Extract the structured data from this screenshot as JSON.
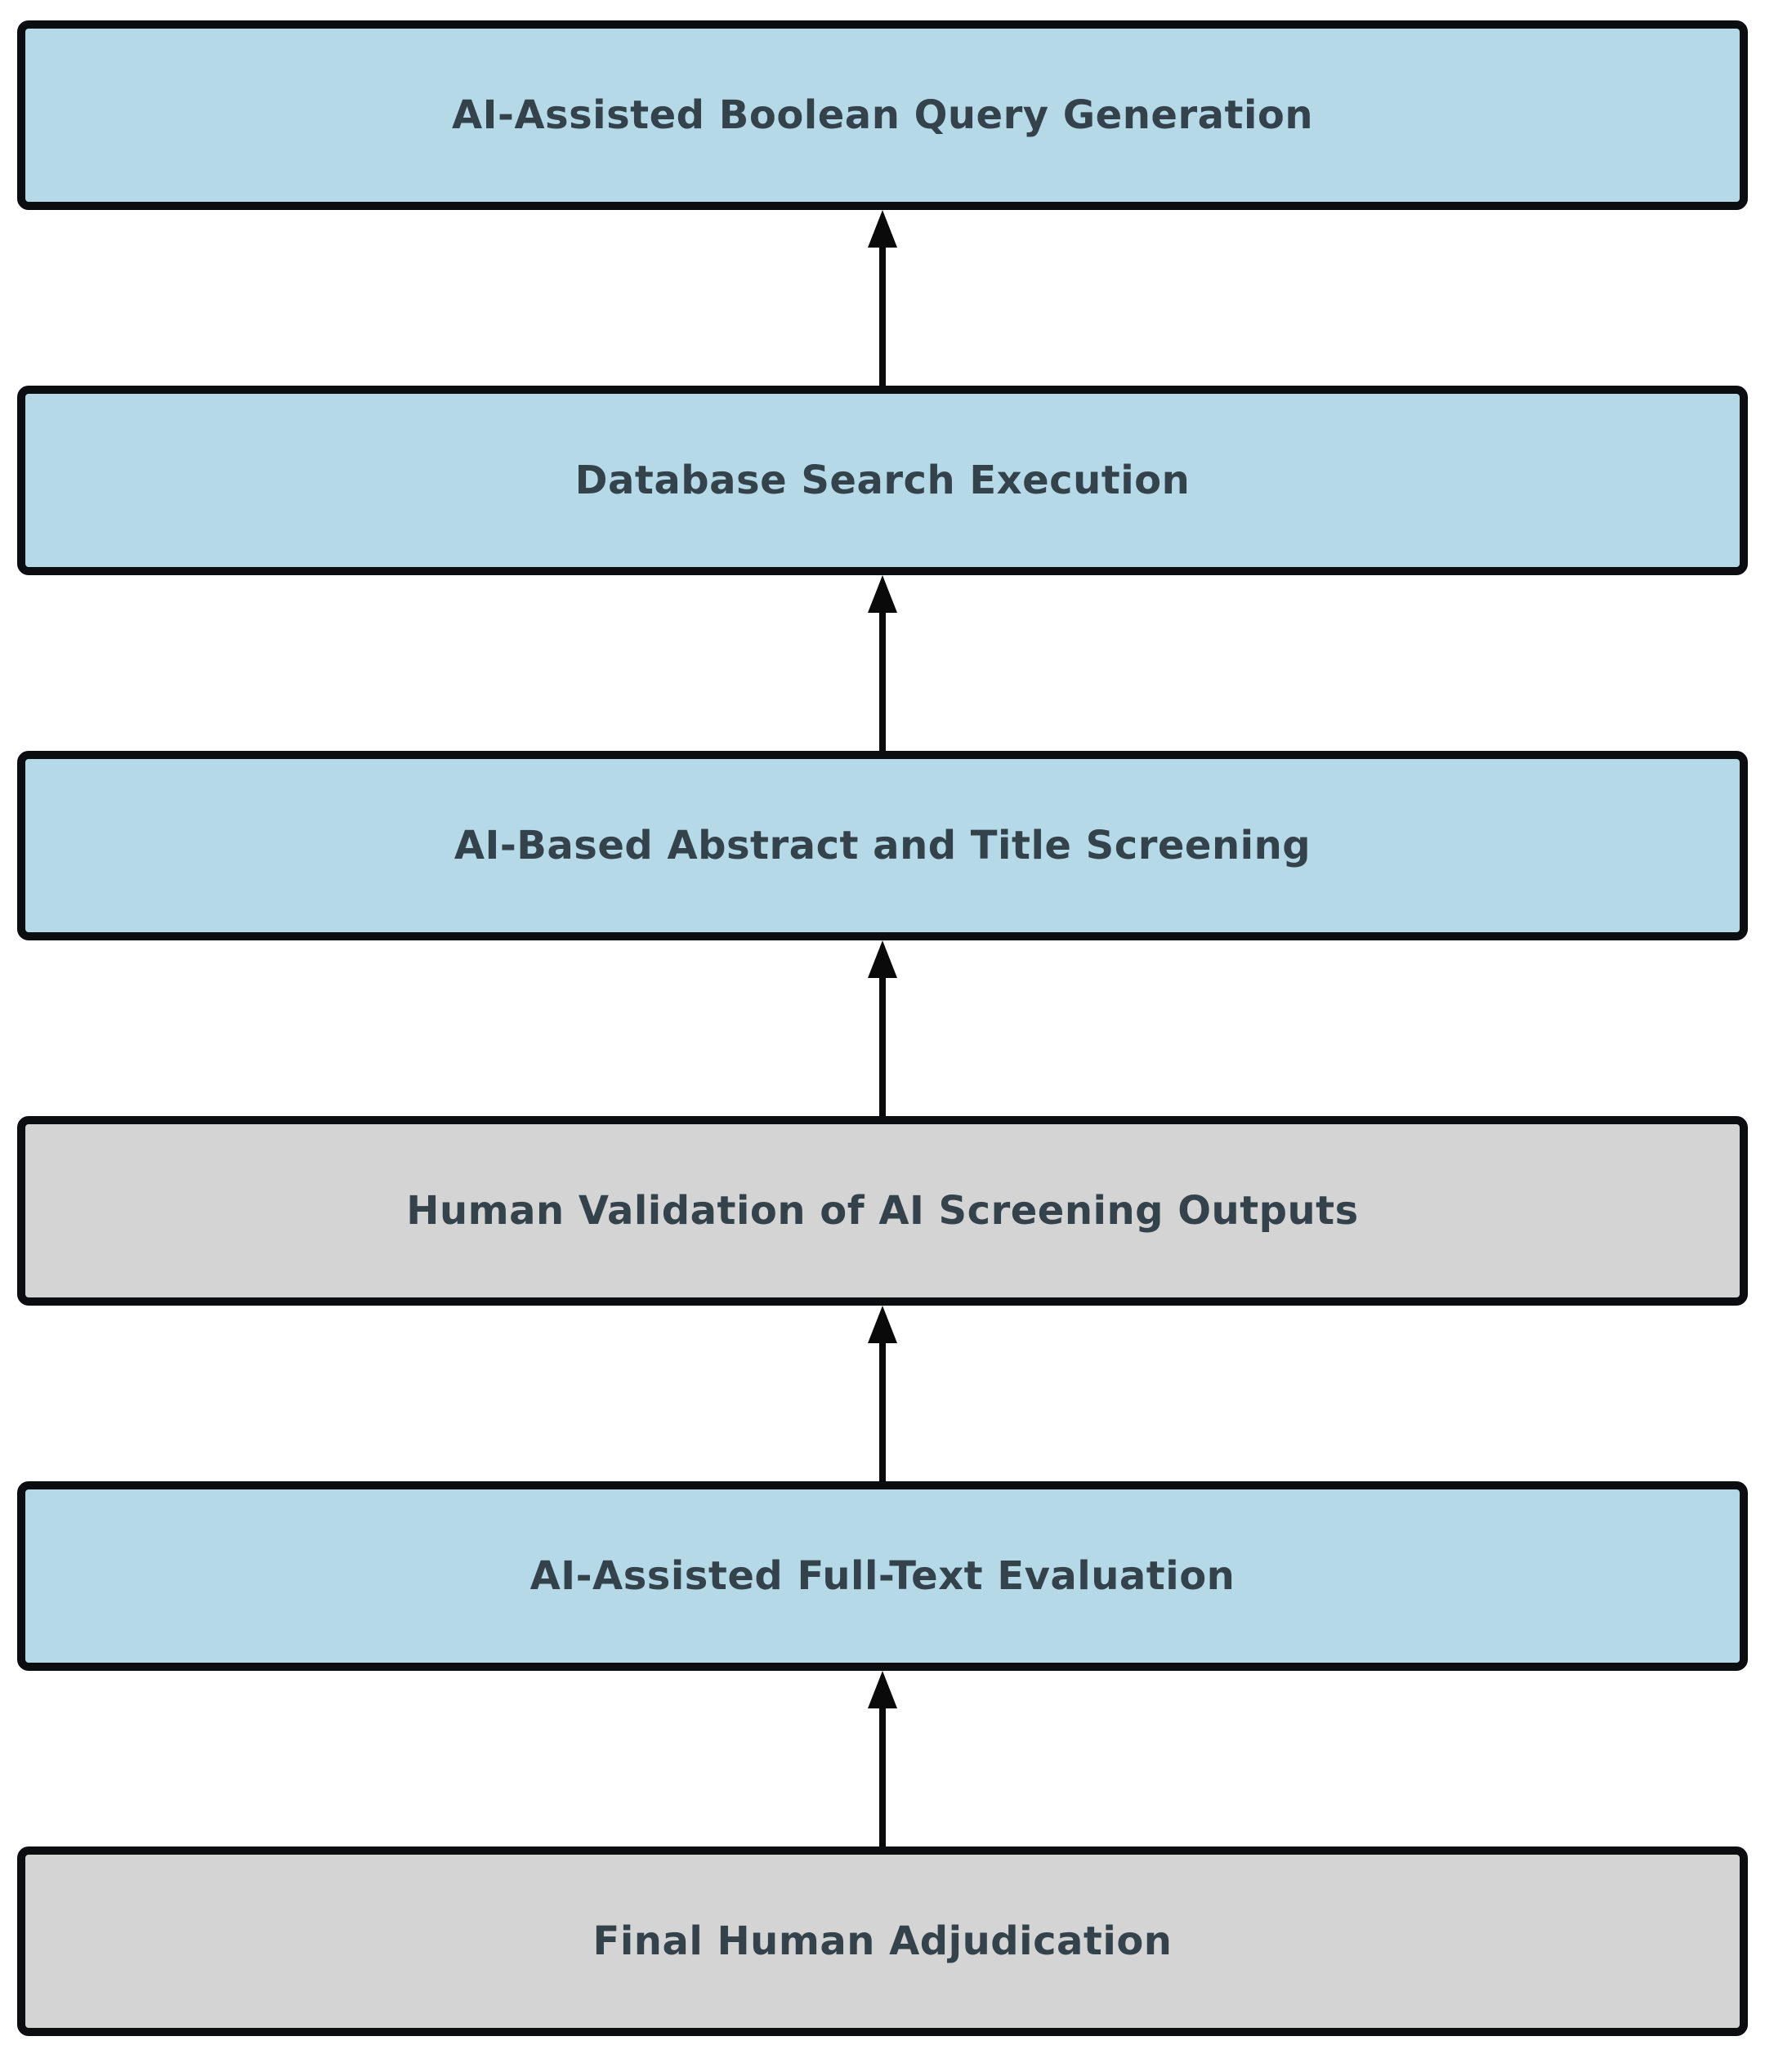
{
  "flowchart": {
    "type": "flowchart",
    "direction": "bottom-to-top",
    "background": "#ffffff",
    "colors": {
      "ai_step_fill": "#b5d9e7",
      "human_step_fill": "#d4d4d4",
      "border": "#0b0d10",
      "text": "#34424c",
      "arrow": "#0a0a0a"
    },
    "boxes": [
      {
        "label": "AI-Assisted Boolean Query Generation",
        "type": "ai",
        "fill": "#b5d9e7"
      },
      {
        "label": "Database Search Execution",
        "type": "ai",
        "fill": "#b5d9e7"
      },
      {
        "label": "AI-Based Abstract and Title Screening",
        "type": "ai",
        "fill": "#b5d9e7"
      },
      {
        "label": "Human Validation of AI Screening Outputs",
        "type": "human",
        "fill": "#d4d4d4"
      },
      {
        "label": "AI-Assisted Full-Text Evaluation",
        "type": "ai",
        "fill": "#b5d9e7"
      },
      {
        "label": "Final Human Adjudication",
        "type": "human",
        "fill": "#d4d4d4"
      }
    ],
    "arrows": [
      {
        "from": 1,
        "to": 0,
        "direction": "up"
      },
      {
        "from": 2,
        "to": 1,
        "direction": "up"
      },
      {
        "from": 3,
        "to": 2,
        "direction": "up"
      },
      {
        "from": 4,
        "to": 3,
        "direction": "up"
      },
      {
        "from": 5,
        "to": 4,
        "direction": "up"
      }
    ]
  }
}
